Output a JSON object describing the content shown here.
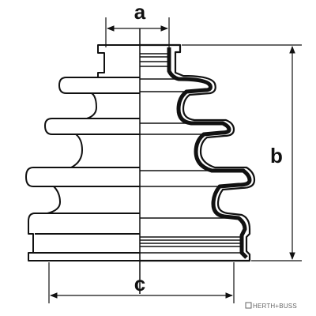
{
  "diagram": {
    "dimensions": {
      "a": "a",
      "b": "b",
      "c": "c"
    },
    "brand": "HERTH+BUSS",
    "colors": {
      "line": "#111111",
      "background": "#ffffff",
      "brand_text": "#666666"
    }
  }
}
